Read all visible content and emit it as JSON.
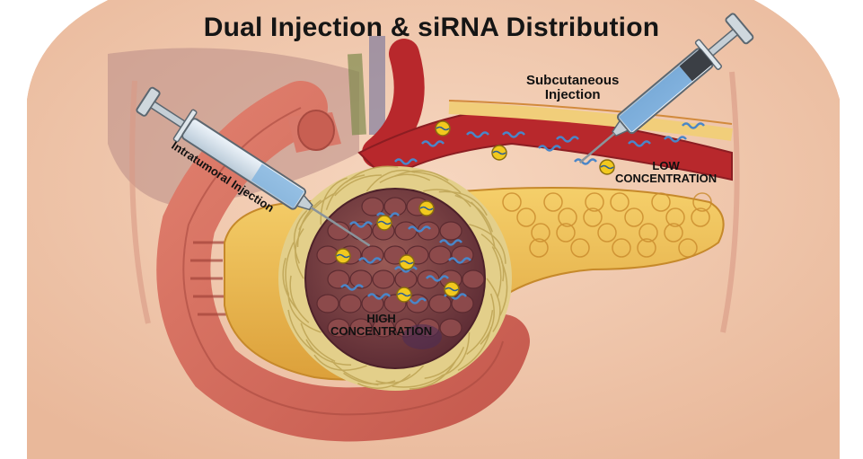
{
  "title": "Dual Injection & siRNA Distribution",
  "labels": {
    "subcutaneous": [
      "Subcutaneous",
      "Injection"
    ],
    "intratumoral": "Intratumoral Injection",
    "low": [
      "LOW",
      "CONCENTRATION"
    ],
    "high": [
      "HIGH",
      "CONCENTRATION"
    ]
  },
  "colors": {
    "skin": "#f3cdb3",
    "fat": "#f0c04a",
    "vessel": "#b8282c",
    "tumor": "#7a3b3f",
    "nest": "#e3cf8a",
    "sirna": "#4a86c8",
    "nanoparticle": "#f2c91e"
  }
}
